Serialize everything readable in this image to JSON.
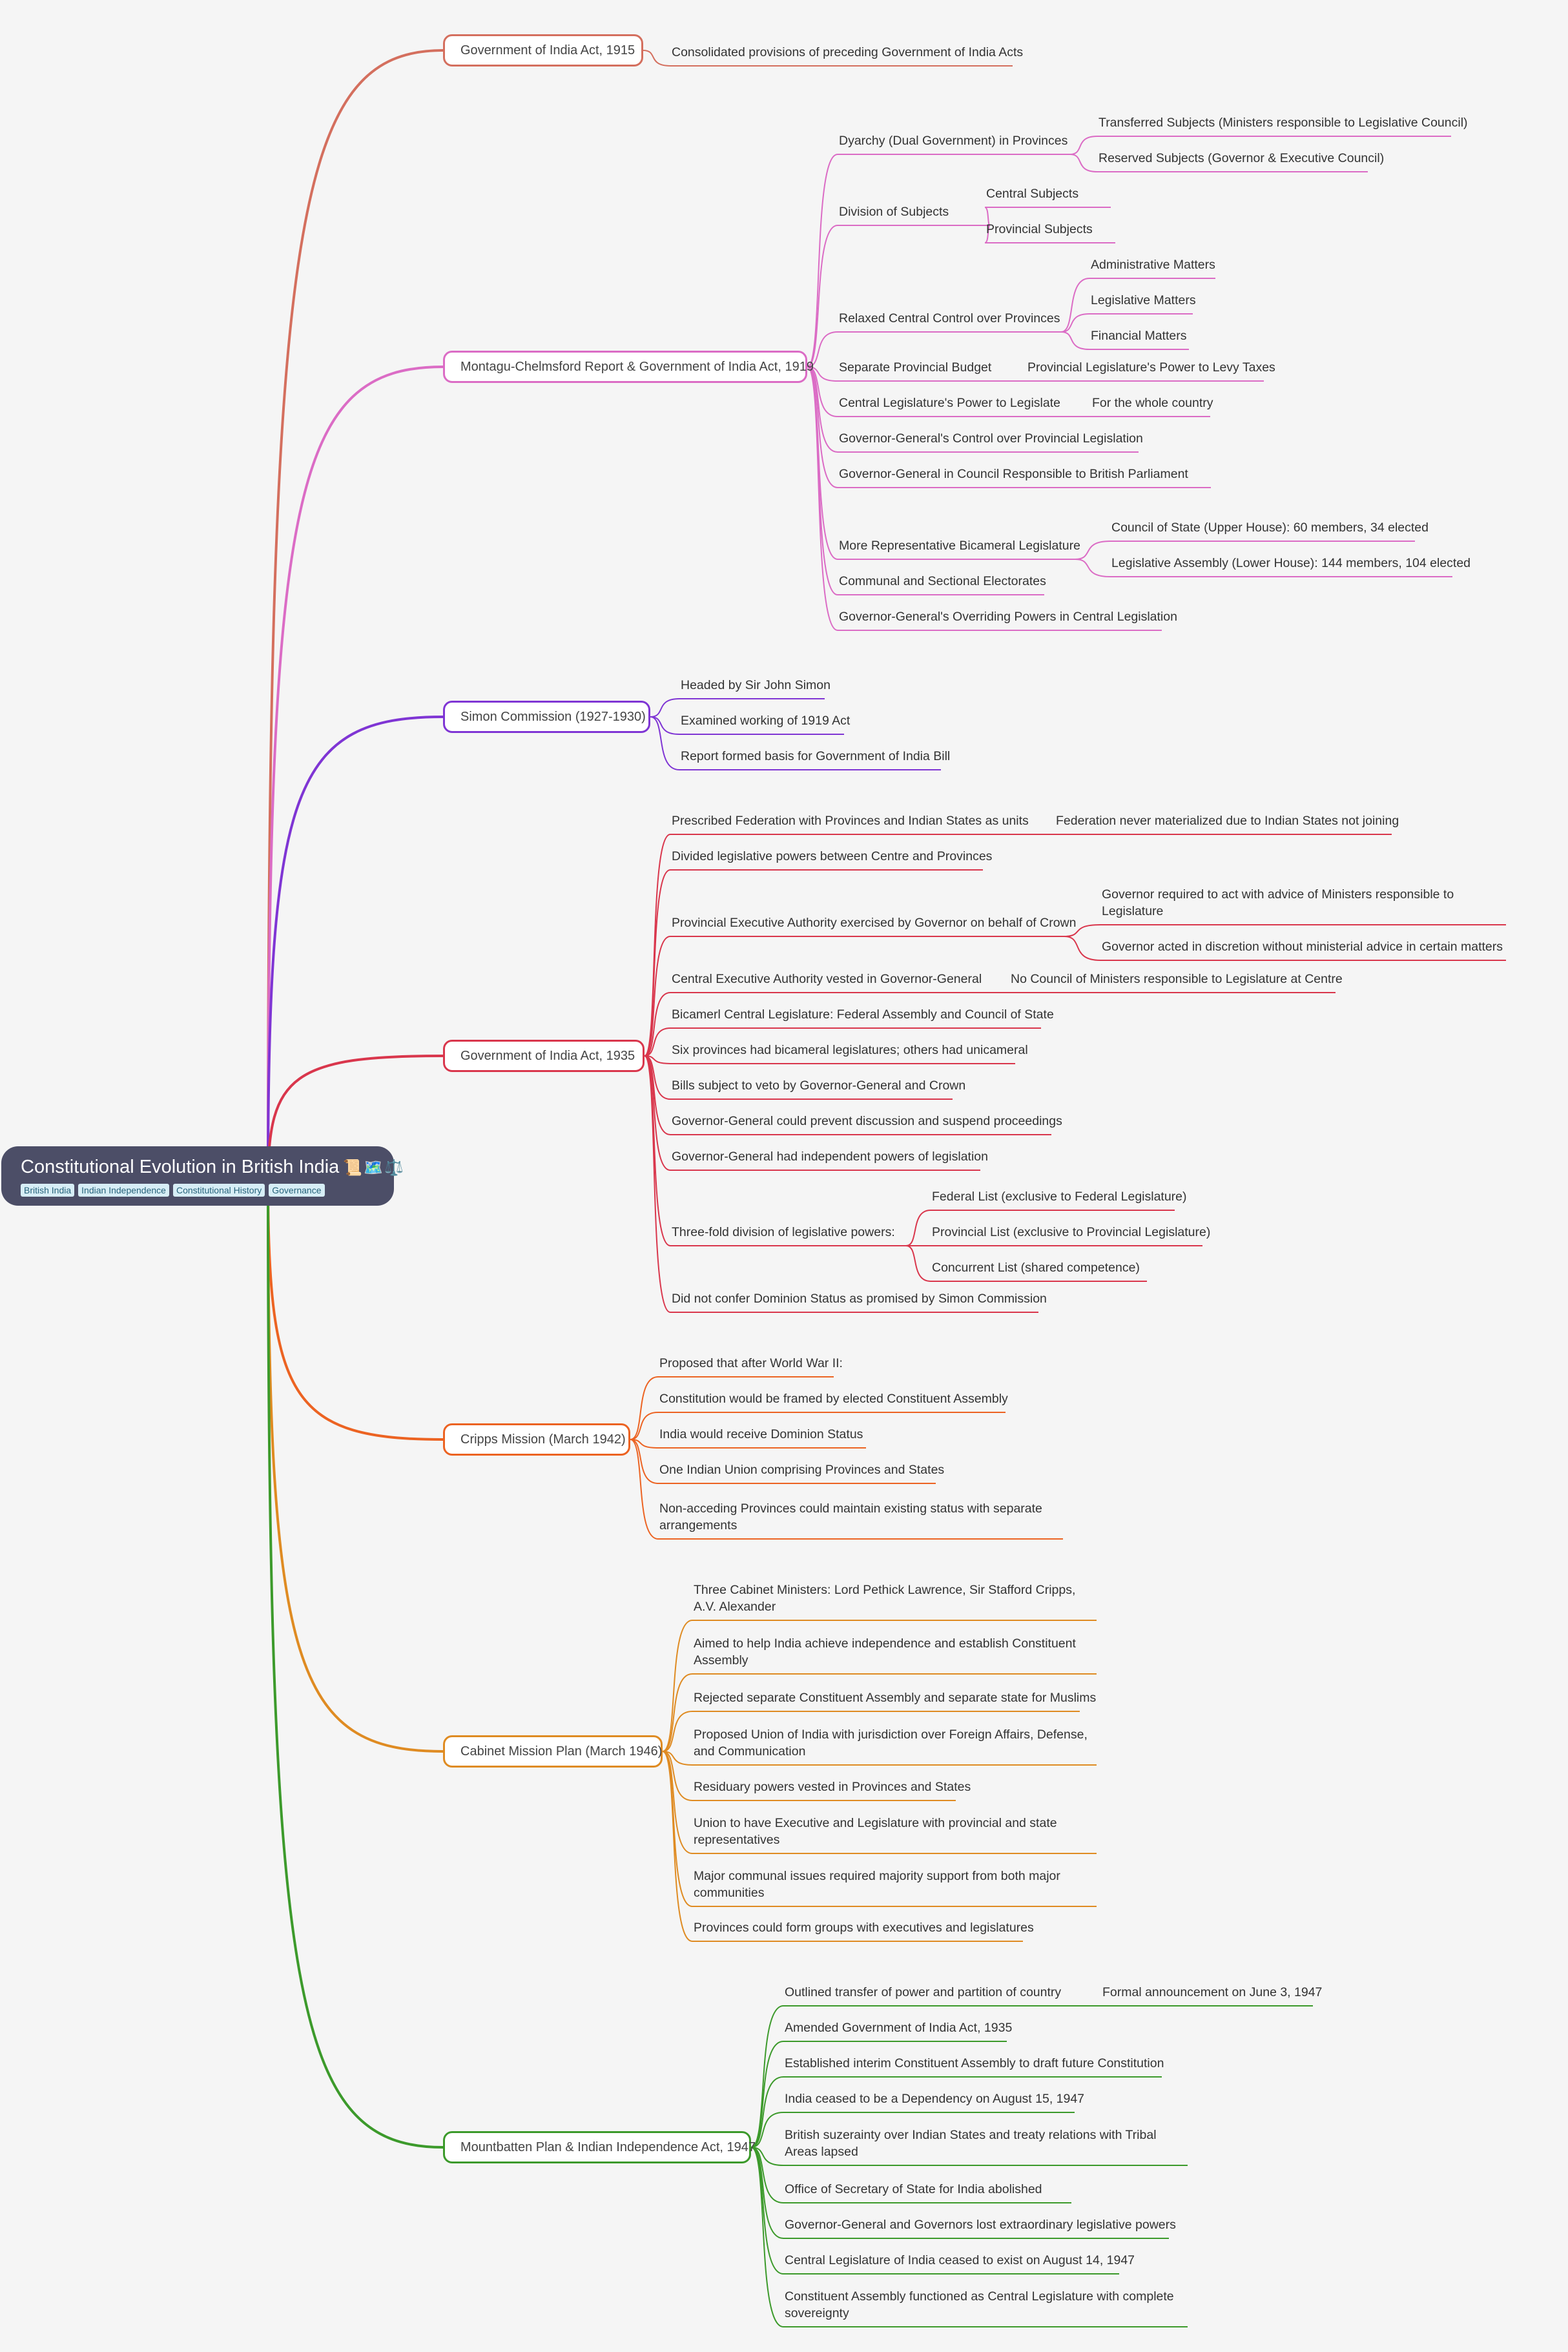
{
  "root": {
    "title": "Constitutional Evolution in British India",
    "emoji": "📜🗺️⚖️",
    "tags": [
      "British India",
      "Indian Independence",
      "Constitutional History",
      "Governance"
    ]
  },
  "branches": [
    {
      "label": "Government of India Act, 1915",
      "color": "#d46f5e",
      "children": [
        {
          "label": "Consolidated provisions of preceding Government of India Acts"
        }
      ]
    },
    {
      "label": "Montagu-Chelmsford Report & Government of India Act, 1919",
      "color": "#db6cc5",
      "children": [
        {
          "label": "Dyarchy (Dual Government) in Provinces",
          "children": [
            {
              "label": "Transferred Subjects (Ministers responsible to Legislative Council)"
            },
            {
              "label": "Reserved Subjects (Governor & Executive Council)"
            }
          ]
        },
        {
          "label": "Division of Subjects",
          "children": [
            {
              "label": "Central Subjects"
            },
            {
              "label": "Provincial Subjects"
            }
          ]
        },
        {
          "label": "Relaxed Central Control over Provinces",
          "children": [
            {
              "label": "Administrative Matters"
            },
            {
              "label": "Legislative Matters"
            },
            {
              "label": "Financial Matters"
            }
          ]
        },
        {
          "label": "Separate Provincial Budget",
          "children": [
            {
              "label": "Provincial Legislature's Power to Levy Taxes"
            }
          ]
        },
        {
          "label": "Central Legislature's Power to Legislate",
          "children": [
            {
              "label": "For the whole country"
            }
          ]
        },
        {
          "label": "Governor-General's Control over Provincial Legislation"
        },
        {
          "label": "Governor-General in Council Responsible to British Parliament"
        },
        {
          "label": "More Representative Bicameral Legislature",
          "children": [
            {
              "label": "Council of State (Upper House): 60 members, 34 elected"
            },
            {
              "label": "Legislative Assembly (Lower House): 144 members, 104 elected"
            }
          ]
        },
        {
          "label": "Communal and Sectional Electorates"
        },
        {
          "label": "Governor-General's Overriding Powers in Central Legislation"
        }
      ]
    },
    {
      "label": "Simon Commission (1927-1930)",
      "color": "#7f35d4",
      "children": [
        {
          "label": "Headed by Sir John Simon"
        },
        {
          "label": "Examined working of 1919 Act"
        },
        {
          "label": "Report formed basis for Government of India Bill"
        }
      ]
    },
    {
      "label": "Government of India Act, 1935",
      "color": "#d9364c",
      "children": [
        {
          "label": "Prescribed Federation with Provinces and Indian States as units",
          "children": [
            {
              "label": "Federation never materialized due to Indian States not joining"
            }
          ]
        },
        {
          "label": "Divided legislative powers between Centre and Provinces"
        },
        {
          "label": "Provincial Executive Authority exercised by Governor on behalf of Crown",
          "children": [
            {
              "label": "Governor required to act with advice of Ministers responsible to Legislature"
            },
            {
              "label": "Governor acted in discretion without ministerial advice in certain matters"
            }
          ]
        },
        {
          "label": "Central Executive Authority vested in Governor-General",
          "children": [
            {
              "label": "No Council of Ministers responsible to Legislature at Centre"
            }
          ]
        },
        {
          "label": "Bicamerl Central Legislature: Federal Assembly and Council of State"
        },
        {
          "label": "Six provinces had bicameral legislatures; others had unicameral"
        },
        {
          "label": "Bills subject to veto by Governor-General and Crown"
        },
        {
          "label": "Governor-General could prevent discussion and suspend proceedings"
        },
        {
          "label": "Governor-General had independent powers of legislation"
        },
        {
          "label": "Three-fold division of legislative powers:",
          "children": [
            {
              "label": "Federal List (exclusive to Federal Legislature)"
            },
            {
              "label": "Provincial List (exclusive to Provincial Legislature)"
            },
            {
              "label": "Concurrent List (shared competence)"
            }
          ]
        },
        {
          "label": "Did not confer Dominion Status as promised by Simon Commission"
        }
      ]
    },
    {
      "label": "Cripps Mission (March 1942)",
      "color": "#ec6322",
      "children": [
        {
          "label": "Proposed that after World War II:"
        },
        {
          "label": "Constitution would be framed by elected Constituent Assembly"
        },
        {
          "label": "India would receive Dominion Status"
        },
        {
          "label": "One Indian Union comprising Provinces and States"
        },
        {
          "label": "Non-acceding Provinces could maintain existing status with separate arrangements"
        }
      ]
    },
    {
      "label": "Cabinet Mission Plan (March 1946)",
      "color": "#df8b22",
      "children": [
        {
          "label": "Three Cabinet Ministers: Lord Pethick Lawrence, Sir Stafford Cripps, A.V. Alexander"
        },
        {
          "label": "Aimed to help India achieve independence and establish Constituent Assembly"
        },
        {
          "label": "Rejected separate Constituent Assembly and separate state for Muslims"
        },
        {
          "label": "Proposed Union of India with jurisdiction over Foreign Affairs, Defense, and Communication"
        },
        {
          "label": "Residuary powers vested in Provinces and States"
        },
        {
          "label": "Union to have Executive and Legislature with provincial and state representatives"
        },
        {
          "label": "Major communal issues required majority support from both major communities"
        },
        {
          "label": "Provinces could form groups with executives and legislatures"
        }
      ]
    },
    {
      "label": "Mountbatten Plan & Indian Independence Act, 1947",
      "color": "#3c9a2b",
      "children": [
        {
          "label": "Outlined transfer of power and partition of country",
          "children": [
            {
              "label": "Formal announcement on June 3, 1947"
            }
          ]
        },
        {
          "label": "Amended Government of India Act, 1935"
        },
        {
          "label": "Established interim Constituent Assembly to draft future Constitution"
        },
        {
          "label": "India ceased to be a Dependency on August 15, 1947"
        },
        {
          "label": "British suzerainty over Indian States and treaty relations with Tribal Areas lapsed"
        },
        {
          "label": "Office of Secretary of State for India abolished"
        },
        {
          "label": "Governor-General and Governors lost extraordinary legislative powers"
        },
        {
          "label": "Central Legislature of India ceased to exist on August 14, 1947"
        },
        {
          "label": "Constituent Assembly functioned as Central Legislature with complete sovereignty"
        }
      ]
    }
  ]
}
